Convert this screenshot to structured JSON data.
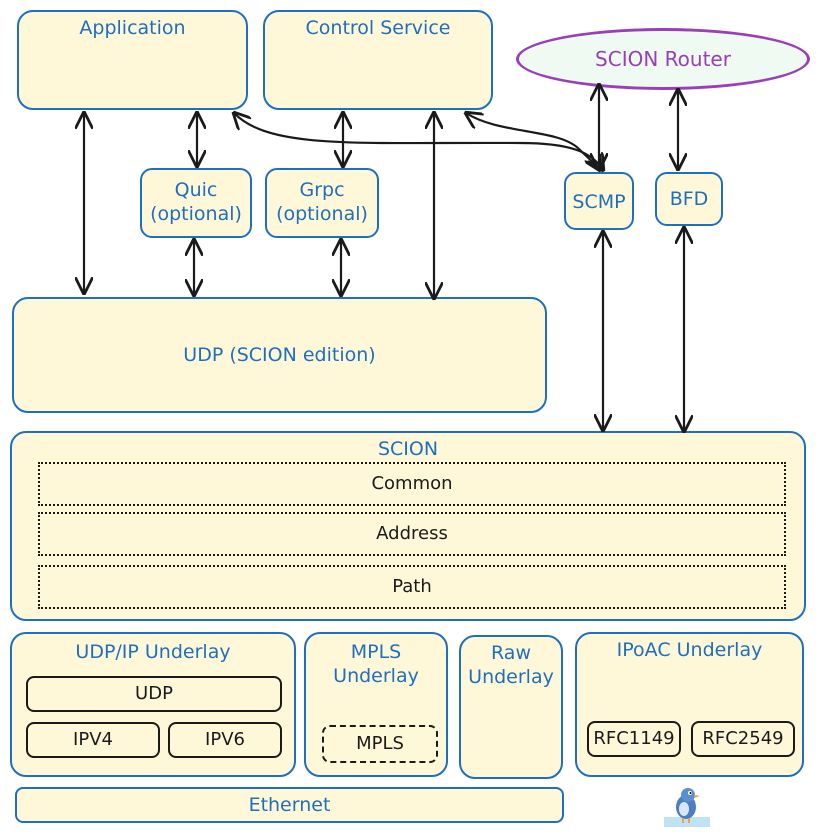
{
  "top": {
    "application": "Application",
    "control_service": "Control Service",
    "scion_router": "SCION Router"
  },
  "middle": {
    "quic": "Quic\n(optional)",
    "grpc": "Grpc\n(optional)",
    "scmp": "SCMP",
    "bfd": "BFD",
    "udp_scion": "UDP (SCION edition)"
  },
  "scion": {
    "title": "SCION",
    "layers": [
      "Common",
      "Address",
      "Path"
    ]
  },
  "underlays": {
    "udp_ip": {
      "title": "UDP/IP Underlay",
      "udp": "UDP",
      "ipv4": "IPV4",
      "ipv6": "IPV6"
    },
    "mpls": {
      "title": "MPLS\nUnderlay",
      "inner": "MPLS"
    },
    "raw": {
      "title": "Raw\nUnderlay"
    },
    "ipoac": {
      "title": "IPoAC Underlay",
      "rfc1": "RFC1149",
      "rfc2": "RFC2549"
    }
  },
  "ethernet": "Ethernet",
  "colors": {
    "box_fill": "#fff8d8",
    "box_border": "#1e6fc0",
    "router": "#9b3fb8",
    "arrow": "#1a1a1a"
  }
}
